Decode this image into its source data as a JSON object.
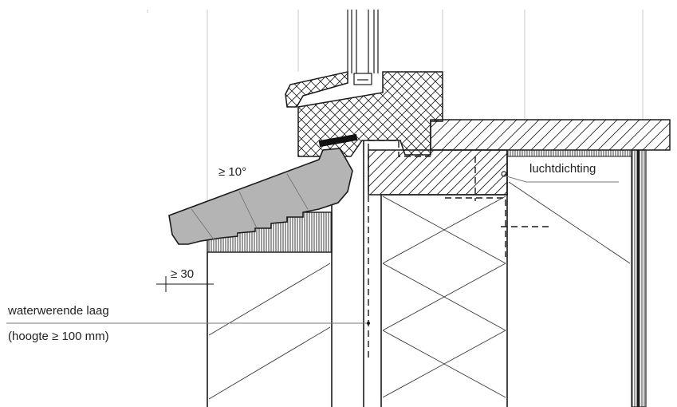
{
  "labels": {
    "angle": "≥ 10°",
    "overlap": "≥ 30",
    "air_seal": "luchtdichting",
    "waterproof_layer": "waterwerende laag",
    "waterproof_height": "(hoogte ≥ 100 mm)"
  },
  "colors": {
    "line": "#1a1a1a",
    "sill_fill": "#b4b4b4",
    "grid": "#c8c8c8",
    "hatch": "#3a3a3a"
  }
}
